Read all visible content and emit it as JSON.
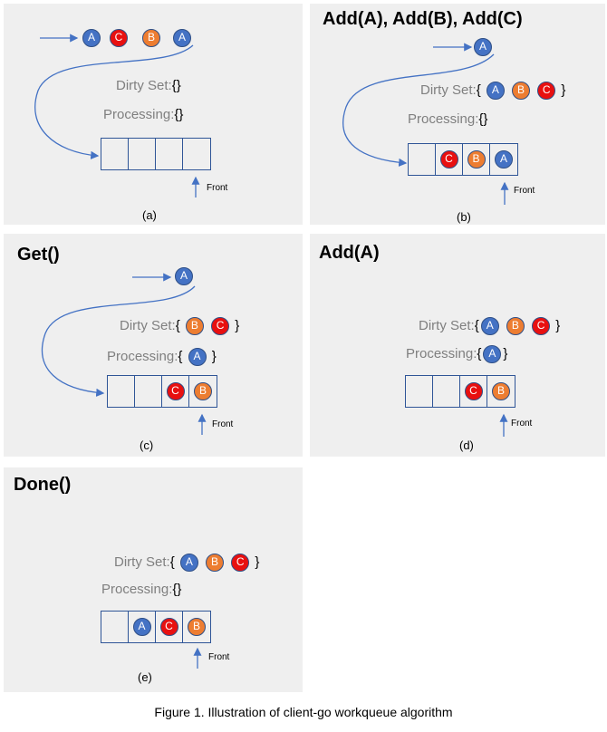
{
  "colors": {
    "ball_a": "#4472c4",
    "ball_b": "#ed7d31",
    "ball_c": "#e81010",
    "line": "#2f5597",
    "panel_bg": "#efefef"
  },
  "labels": {
    "dirty": "Dirty Set:",
    "processing": "Processing:",
    "front": "Front"
  },
  "panels": [
    {
      "title": "",
      "caption": "(a)",
      "incoming": [
        "A",
        "C",
        "B",
        "A"
      ],
      "dirty": [],
      "processing": [],
      "queue": [
        "",
        "",
        "",
        ""
      ],
      "curve": true
    },
    {
      "title": "Add(A), Add(B), Add(C)",
      "caption": "(b)",
      "incoming": [
        "A"
      ],
      "dirty": [
        "A",
        "B",
        "C"
      ],
      "processing": [],
      "queue": [
        "",
        "C",
        "B",
        "A"
      ],
      "curve": true
    },
    {
      "title": "Get()",
      "caption": "(c)",
      "incoming": [
        "A"
      ],
      "dirty": [
        "B",
        "C"
      ],
      "processing": [
        "A"
      ],
      "queue": [
        "",
        "",
        "C",
        "B"
      ],
      "curve": true
    },
    {
      "title": "Add(A)",
      "caption": "(d)",
      "incoming": [],
      "dirty": [
        "A",
        "B",
        "C"
      ],
      "processing": [
        "A"
      ],
      "queue": [
        "",
        "",
        "C",
        "B"
      ],
      "curve": false
    },
    {
      "title": "Done()",
      "caption": "(e)",
      "incoming": [],
      "dirty": [
        "A",
        "B",
        "C"
      ],
      "processing": [],
      "queue": [
        "",
        "A",
        "C",
        "B"
      ],
      "curve": false
    }
  ],
  "figure_caption": "Figure 1. Illustration of client-go workqueue algorithm"
}
